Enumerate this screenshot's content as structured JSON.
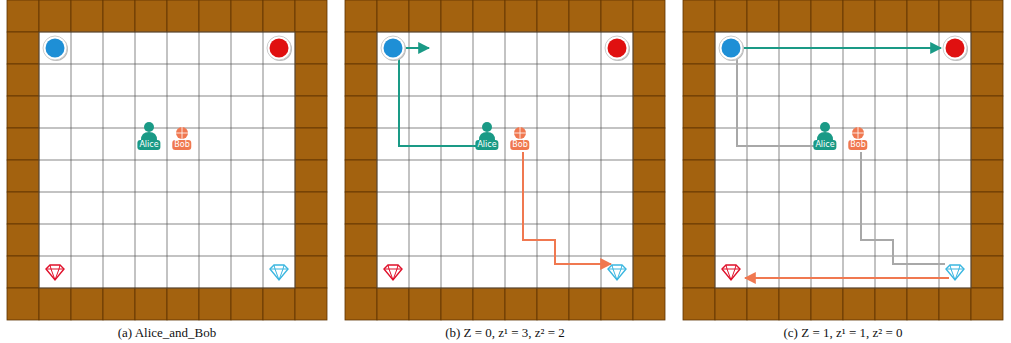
{
  "diagram": {
    "labels": [
      "Alice",
      "Bob",
      "Alice",
      "Bob",
      "Alice",
      "Bob",
      "(a) Alice_and_Bob",
      "(b) Z = 0, z¹ = 3, z² = 2",
      "(c) Z = 1, z¹ = 1, z² = 0"
    ]
  }
}
